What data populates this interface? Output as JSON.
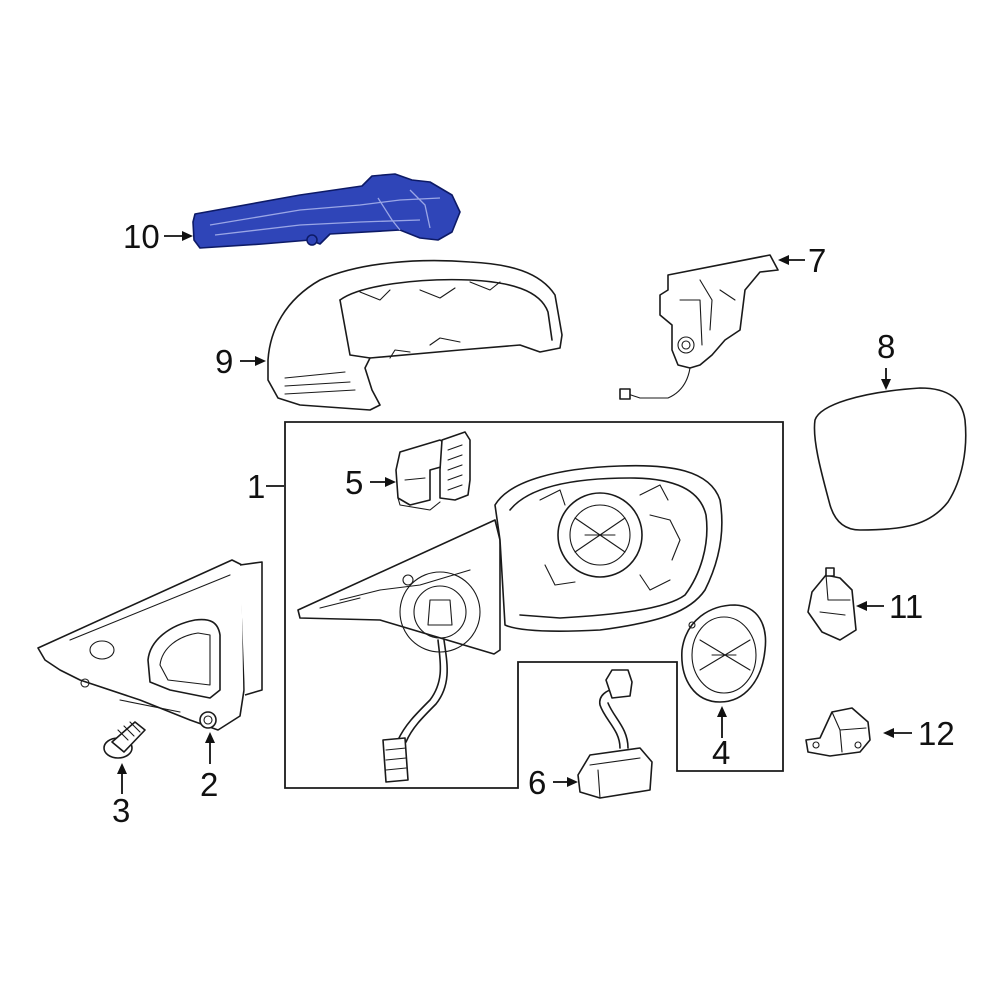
{
  "callouts": [
    {
      "id": "1",
      "label": "1"
    },
    {
      "id": "2",
      "label": "2"
    },
    {
      "id": "3",
      "label": "3"
    },
    {
      "id": "4",
      "label": "4"
    },
    {
      "id": "5",
      "label": "5"
    },
    {
      "id": "6",
      "label": "6"
    },
    {
      "id": "7",
      "label": "7"
    },
    {
      "id": "8",
      "label": "8"
    },
    {
      "id": "9",
      "label": "9"
    },
    {
      "id": "10",
      "label": "10"
    },
    {
      "id": "11",
      "label": "11"
    },
    {
      "id": "12",
      "label": "12"
    }
  ],
  "colors": {
    "highlight_fill": "#2f45b8",
    "highlight_stroke": "#0d1a66",
    "line": "#1a1a1a",
    "background": "#ffffff"
  },
  "highlighted_part": "10"
}
